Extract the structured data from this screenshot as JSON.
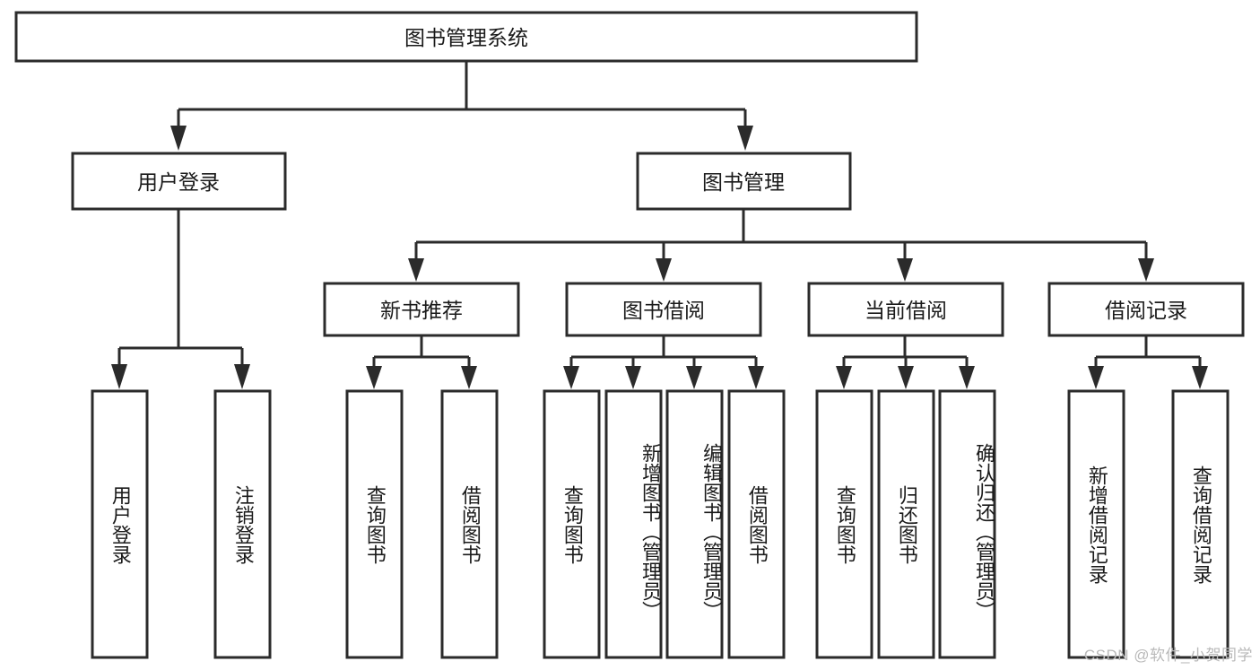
{
  "diagram": {
    "title_node": {
      "label": "图书管理系统"
    },
    "level2": [
      {
        "id": "user-login",
        "label": "用户登录"
      },
      {
        "id": "book-management",
        "label": "图书管理"
      }
    ],
    "level3": [
      {
        "id": "new-book-recommend",
        "label": "新书推荐"
      },
      {
        "id": "book-borrow",
        "label": "图书借阅"
      },
      {
        "id": "current-borrow",
        "label": "当前借阅"
      },
      {
        "id": "borrow-record",
        "label": "借阅记录"
      }
    ],
    "leaves": {
      "user-login": [
        {
          "id": "leaf-user-login",
          "label": "用户登录"
        },
        {
          "id": "leaf-user-logout",
          "label": "注销登录"
        }
      ],
      "new-book-recommend": [
        {
          "id": "leaf-query-book-1",
          "label": "查询图书"
        },
        {
          "id": "leaf-borrow-book-1",
          "label": "借阅图书"
        }
      ],
      "book-borrow": [
        {
          "id": "leaf-query-book-2",
          "label": "查询图书"
        },
        {
          "id": "leaf-add-book",
          "label": "新增图书（管理员）"
        },
        {
          "id": "leaf-edit-book",
          "label": "编辑图书（管理员）"
        },
        {
          "id": "leaf-borrow-book-2",
          "label": "借阅图书"
        }
      ],
      "current-borrow": [
        {
          "id": "leaf-query-book-3",
          "label": "查询图书"
        },
        {
          "id": "leaf-return-book",
          "label": "归还图书"
        },
        {
          "id": "leaf-confirm-return",
          "label": "确认归还（管理员）"
        }
      ],
      "borrow-record": [
        {
          "id": "leaf-add-record",
          "label": "新增借阅记录"
        },
        {
          "id": "leaf-query-record",
          "label": "查询借阅记录"
        }
      ]
    },
    "watermark": "CSDN @软件_小贺同学",
    "colors": {
      "stroke": "#2b2b2b",
      "fill": "#ffffff",
      "text": "#1a1a1a",
      "watermark": "#b9b9b9"
    }
  }
}
